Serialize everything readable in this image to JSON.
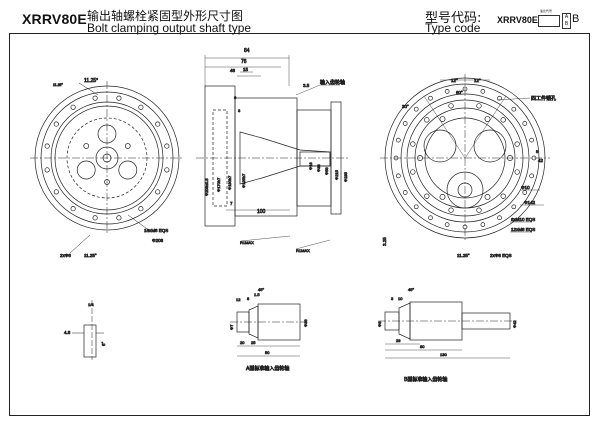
{
  "header": {
    "model": "XRRV80E",
    "title_cn": "输出轴螺栓紧固型外形尺寸图",
    "title_en": "Bolt clamping output shaft type",
    "type_code_cn": "型号代码:",
    "type_code_en": "Type code",
    "type_code_model": "XRRV80E",
    "type_code_box_label": "速比代号",
    "type_code_ab_top": "A",
    "type_code_ab_bottom": "B",
    "type_code_suffix": "B"
  },
  "left_view": {
    "angle_top": "11.25°",
    "bolt_note": "16xM8 EQS",
    "dia": "Φ208",
    "pin_note": "2xΦ8",
    "angle_bottom": "11.25°",
    "angle_pin": "11.25°"
  },
  "section_view": {
    "dims_top": [
      "84",
      "76",
      "48",
      "15",
      "6",
      "3"
    ],
    "dims_top_right": "3.5",
    "dims_bottom": [
      "100",
      "7"
    ],
    "label_input_gear": "输入齿轮轴",
    "radius_1": "R1MAX",
    "radius_2": "R1MAX",
    "dims_vert": [
      "Φ208±0.5",
      "Φ170h7",
      "Φ190h7",
      "Φ125h7",
      "Φ18",
      "Φ38",
      "Φ56",
      "Φ215",
      "Φ235"
    ]
  },
  "right_view": {
    "angle_12a": "12°",
    "angle_12b": "12°",
    "angle_60": "60°",
    "angle_30": "30°",
    "label_pin": "四工件销孔",
    "dim_5": "5",
    "dim_42": "42",
    "dia_10": "Φ10",
    "dia_142": "Φ142",
    "holes_1": "6xM10 EQS",
    "holes_2": "12xM8 EQS",
    "dim_325": "3.25",
    "angle_bottom": "11.25°",
    "pin_bottom": "2xΦ8 EQS"
  },
  "small_view": {
    "note": "1/4",
    "dim": "4.8",
    "angle": "6°"
  },
  "shaft_a": {
    "dims": [
      "45°",
      "12",
      "8",
      "1.5",
      "Φ7",
      "Φ36",
      "50",
      "20",
      "25"
    ],
    "caption": "A型标准输入齿轮轴"
  },
  "shaft_b": {
    "dims": [
      "45°",
      "3",
      "10",
      "Φ42",
      "Φ8",
      "29",
      "80",
      "130"
    ],
    "caption": "B型标准输入齿轮轴"
  }
}
